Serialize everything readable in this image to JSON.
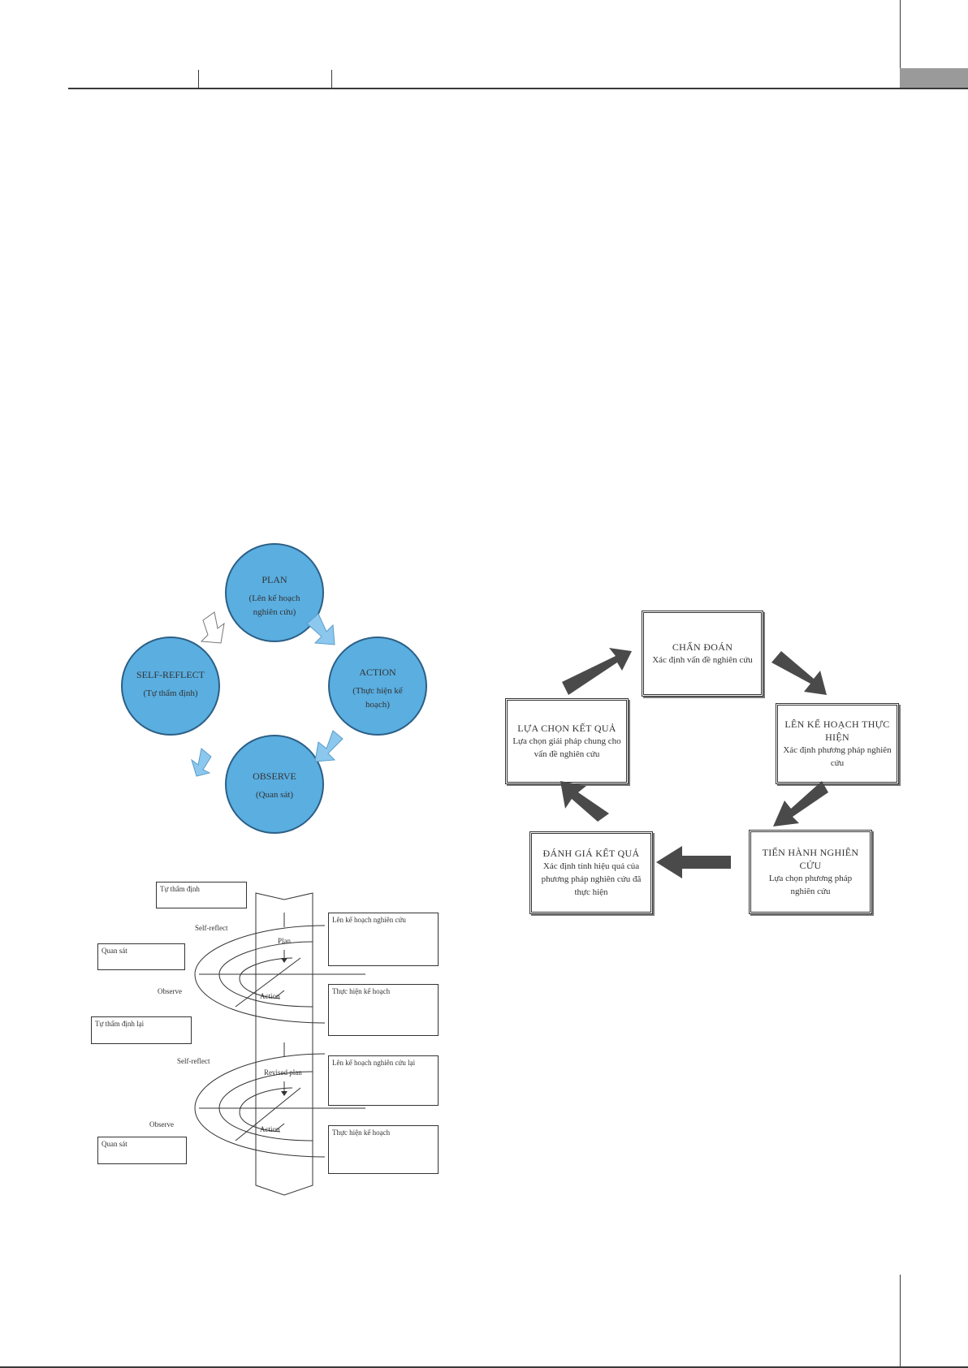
{
  "action_research_cycle": {
    "plan": {
      "title": "PLAN",
      "sub1": "(Lên kế hoạch",
      "sub2": "nghiên cứu)"
    },
    "action": {
      "title": "ACTION",
      "sub1": "(Thực hiện kế",
      "sub2": "hoạch)"
    },
    "observe": {
      "title": "OBSERVE",
      "sub1": "(Quan sát)"
    },
    "self_reflect": {
      "title": "SELF-REFLECT",
      "sub1": "(Tự thẩm định)"
    },
    "circle_color": "#5aaee0",
    "arrow_color": "#8cc8ee"
  },
  "spiral_diagram": {
    "left_boxes": [
      "Tự thẩm định",
      "Quan sát",
      "Tự thẩm định lại",
      "Quan sát"
    ],
    "right_boxes": [
      "Lên kế hoạch nghiên cứu",
      "Thực hiện kế hoạch",
      "Lên kế hoạch nghiên cứu lại",
      "Thực hiện kế hoạch"
    ],
    "labels": {
      "self_reflect_1": "Self-reflect",
      "observe_1": "Observe",
      "plan": "Plan",
      "action_1": "Action",
      "self_reflect_2": "Self-reflect",
      "observe_2": "Observe",
      "revised_plan": "Revised plan",
      "action_2": "Action"
    }
  },
  "research_process": {
    "stages": [
      {
        "title": "CHẨN ĐOÁN",
        "desc": "Xác định vấn đề nghiên cứu"
      },
      {
        "title": "LÊN KẾ HOẠCH THỰC HIỆN",
        "desc": "Xác định phương pháp nghiên cứu"
      },
      {
        "title": "TIẾN HÀNH NGHIÊN CỨU",
        "desc": "Lựa chọn phương pháp nghiên cứu"
      },
      {
        "title": "ĐÁNH GIÁ KẾT QUẢ",
        "desc": "Xác định tính hiệu quả của phương pháp nghiên cứu đã thực hiện"
      },
      {
        "title": "LỰA CHỌN KẾT QUẢ",
        "desc": "Lựa chọn giải pháp chung cho vấn đề nghiên cứu"
      }
    ],
    "arrow_color": "#4a4a4a"
  }
}
